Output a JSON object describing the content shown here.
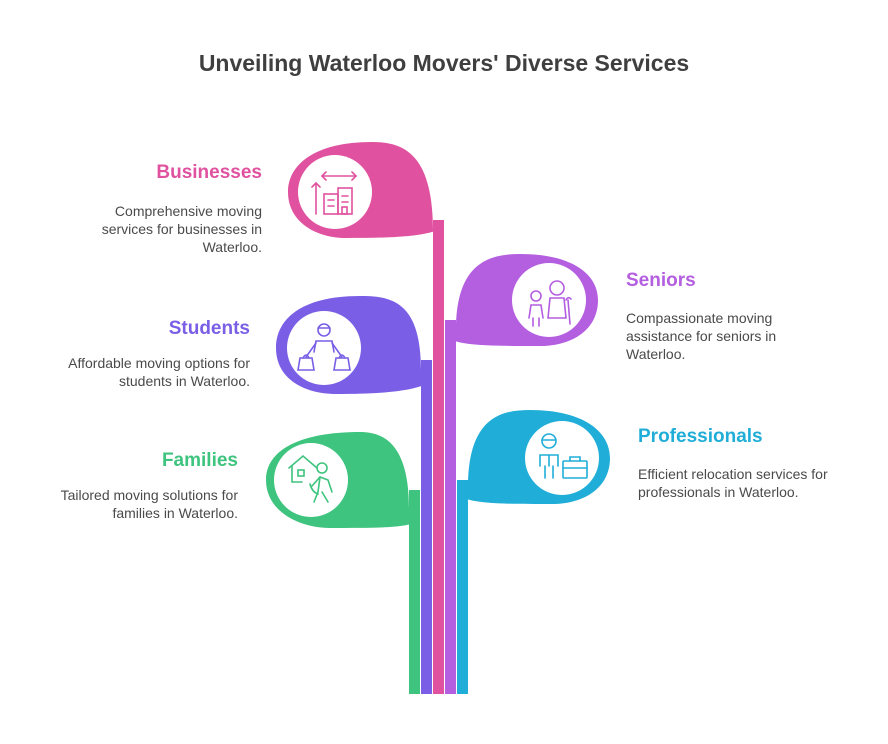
{
  "title": "Unveiling Waterloo Movers' Diverse Services",
  "colors": {
    "businesses": "#e0529f",
    "seniors": "#b45ee0",
    "students": "#7a5fe6",
    "professionals": "#20aed8",
    "families": "#3ec47e"
  },
  "items": [
    {
      "heading": "Businesses",
      "description": "Comprehensive moving services for businesses in Waterloo.",
      "icon": "business-building-icon"
    },
    {
      "heading": "Seniors",
      "description": "Compassionate moving assistance for seniors in Waterloo.",
      "icon": "seniors-icon"
    },
    {
      "heading": "Students",
      "description": "Affordable moving options for students in Waterloo.",
      "icon": "student-bags-icon"
    },
    {
      "heading": "Professionals",
      "description": "Efficient relocation services for professionals in Waterloo.",
      "icon": "professional-briefcase-icon"
    },
    {
      "heading": "Families",
      "description": "Tailored moving solutions for families in Waterloo.",
      "icon": "family-home-icon"
    }
  ]
}
